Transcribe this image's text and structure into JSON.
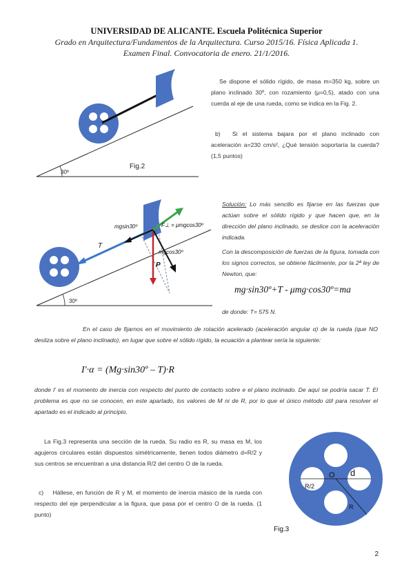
{
  "header": {
    "line1": "UNIVERSIDAD DE ALICANTE. Escuela Politécnica Superior",
    "line2": "Grado en Arquitectura/Fundamentos de la Arquitectura. Curso 2015/16. Física Aplicada 1.",
    "line3": "Examen Final. Convocatoria de enero. 21/1/2016."
  },
  "problem": {
    "intro": "Se dispone el sólido rígido, de masa m=350 kg, sobre un plano inclinado 30º, con rozamiento (μ=0,5), atado con una cuerda al eje de una rueda, como se indica en la Fig. 2.",
    "b_label": "b)",
    "b_text": "Si el sistema bajara por el plano inclinado con aceleración a=230 cm/s², ¿Qué tensión soportaría la cuerda? (1,5 puntos)"
  },
  "fig2": {
    "label": "Fig.2",
    "angle": "30º"
  },
  "fig_forces": {
    "angle": "30º",
    "T": "T",
    "P": "P",
    "f1": "mgsin30º",
    "f2": "F⊥ = μmgcos30º",
    "f3": "mgcos30º"
  },
  "solution": {
    "label": "Solución:",
    "text1": "Lo más sencillo es fijarse en las fuerzas que actúan sobre el sólido rígido y que hacen que, en la dirección del plano inclinado, se deslice con la aceleración indicada.",
    "text2": "Con la descomposición de fuerzas de la figura, tomada con los signos correctos, se obtiene fácilmente, por la 2ª ley de Newton, que:",
    "formula1": "mg·sin30º+T - μmg·cos30º=ma",
    "result": "de donde: T= 575 N."
  },
  "rotation": {
    "text": "En el caso de fijarnos en el movimiento de rotación acelerado (aceleración angular α) de la rueda (que NO desliza sobre el plano inclinado), en lugar que sobre el sólido rígido, la ecuación a plantear sería la siguiente:",
    "formula2": "I'·α = (Mg·sin30º – T)·R",
    "note": "donde I' es el momento de inercia con respecto del punto de contacto sobre e el plano inclinado. De aquí se podría sacar T. El problema es que no se conocen, en este apartado, los valores de M ni de R, por lo que el único método útil para resolver el apartado es el indicado al principio."
  },
  "fig3_text": {
    "p1": "La Fig.3 representa una sección de la rueda. Su radio es R, su masa es M, los agujeros circulares están dispuestos simétricamente, tienen todos diámetro d=R/2 y sus centros se encuentran a una distancia R/2 del centro O de la rueda.",
    "c_label": "c)",
    "c_text": "Hállese, en función de R y M, el momento de inercia másico de la rueda con respecto del eje perpendicular a la figura, que pasa por el centro O de la rueda. (1 punto)"
  },
  "fig3": {
    "label": "Fig.3",
    "O": "O",
    "d": "d",
    "R2": "R/2",
    "R": "R"
  },
  "page_number": "2",
  "colors": {
    "wheel": "#4a72c0",
    "force_red": "#c0282d",
    "force_green": "#3aa34a",
    "force_black": "#111111",
    "tension": "#3b78c8"
  }
}
